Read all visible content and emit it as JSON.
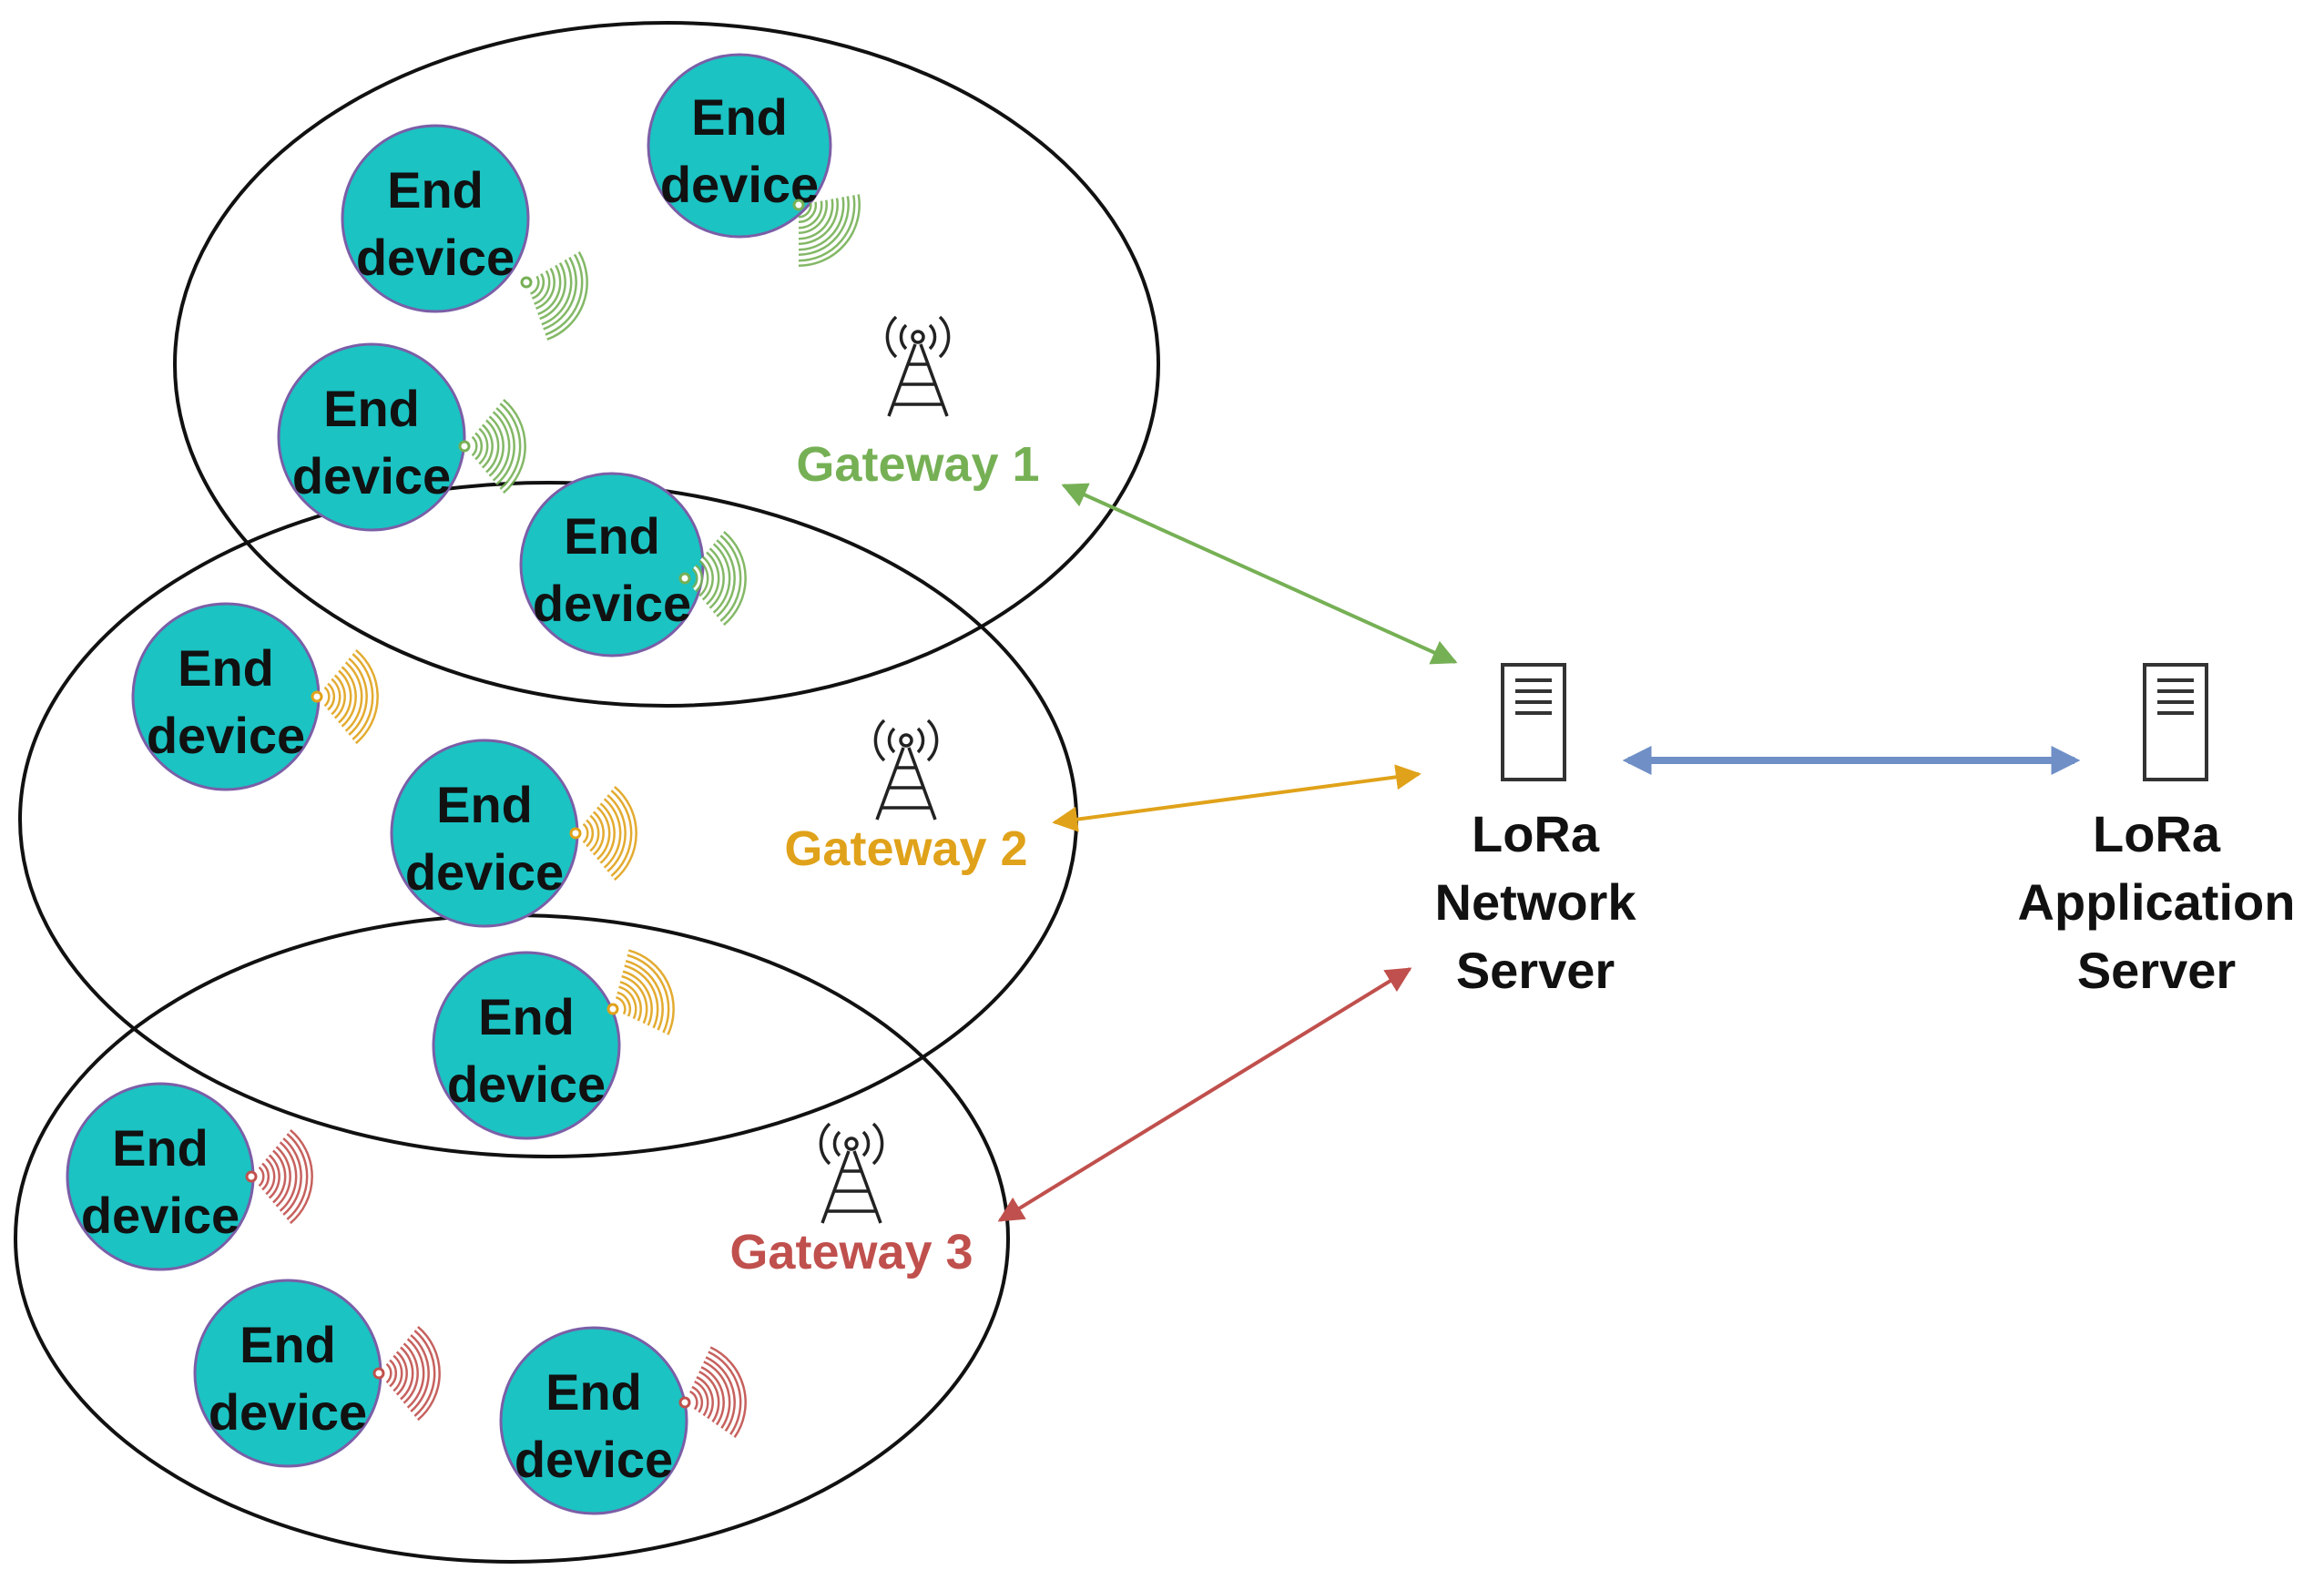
{
  "colors": {
    "device_fill": "#1bc3c3",
    "device_stroke": "#7b5ea7",
    "gateway1": "#76b055",
    "gateway2": "#e0a21a",
    "gateway3": "#c0504d",
    "server_link": "#6f8fc6",
    "outline": "#111111"
  },
  "device_label": [
    "End",
    "device"
  ],
  "gateways": [
    {
      "label": "Gateway 1",
      "color_key": "gateway1",
      "icon": "cell-tower-icon"
    },
    {
      "label": "Gateway 2",
      "color_key": "gateway2",
      "icon": "cell-tower-icon"
    },
    {
      "label": "Gateway 3",
      "color_key": "gateway3",
      "icon": "cell-tower-icon"
    }
  ],
  "servers": {
    "network": {
      "lines": [
        "LoRa",
        "Network",
        "Server"
      ],
      "icon": "server-icon"
    },
    "application": {
      "lines": [
        "LoRa",
        "Application",
        "Server"
      ],
      "icon": "server-icon"
    }
  },
  "links": [
    {
      "from": "Gateway 1",
      "to": "LoRa Network Server",
      "color_key": "gateway1",
      "bidirectional": true
    },
    {
      "from": "Gateway 2",
      "to": "LoRa Network Server",
      "color_key": "gateway2",
      "bidirectional": true
    },
    {
      "from": "Gateway 3",
      "to": "LoRa Network Server",
      "color_key": "gateway3",
      "bidirectional": true
    },
    {
      "from": "LoRa Network Server",
      "to": "LoRa Application Server",
      "color_key": "server_link",
      "bidirectional": true
    }
  ]
}
